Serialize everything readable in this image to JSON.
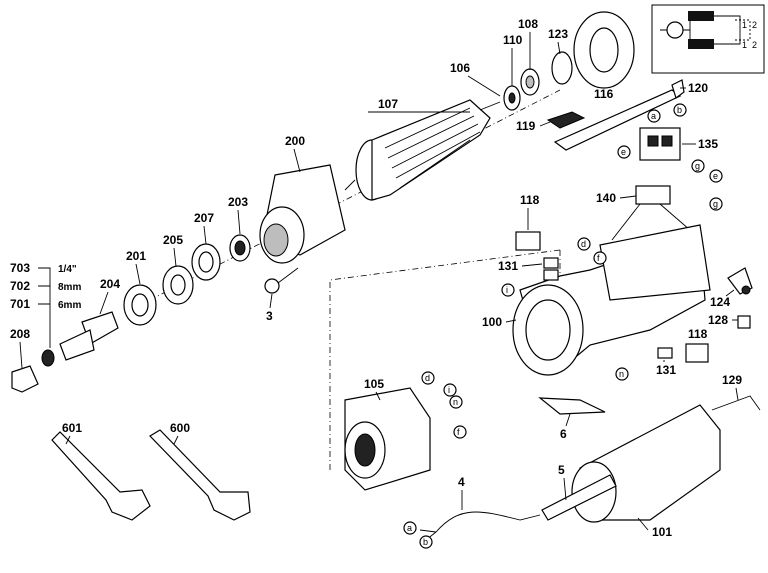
{
  "diagram": {
    "part_labels": {
      "p106": "106",
      "p107": "107",
      "p108": "108",
      "p110": "110",
      "p123": "123",
      "p116": "116",
      "p120": "120",
      "p119": "119",
      "p135": "135",
      "p140": "140",
      "p118a": "118",
      "p131a": "131",
      "p200": "200",
      "p203": "203",
      "p207": "207",
      "p205": "205",
      "p201": "201",
      "p204": "204",
      "p208": "208",
      "p3": "3",
      "p100": "100",
      "p124": "124",
      "p128": "128",
      "p118b": "118",
      "p131b": "131",
      "p6": "6",
      "p105": "105",
      "p129": "129",
      "p5": "5",
      "p4": "4",
      "p101": "101",
      "p601": "601",
      "p600": "600",
      "p703": "703",
      "p702": "702",
      "p701": "701"
    },
    "collet_sizes": {
      "s703": "1/4\"",
      "s702": "8mm",
      "s701": "6mm"
    },
    "wire_labels": {
      "a1": "a",
      "b1": "b",
      "e1": "e",
      "g1": "g",
      "e2": "e",
      "g2": "g",
      "d1": "d",
      "f1": "f",
      "i1": "i",
      "n1": "n",
      "d2": "d",
      "i2": "i",
      "n2": "n",
      "f2": "f",
      "a2": "a",
      "b2": "b"
    },
    "schematic_labels": {
      "m1": "1",
      "m2": "2",
      "m3": "1",
      "m4": "2"
    }
  }
}
